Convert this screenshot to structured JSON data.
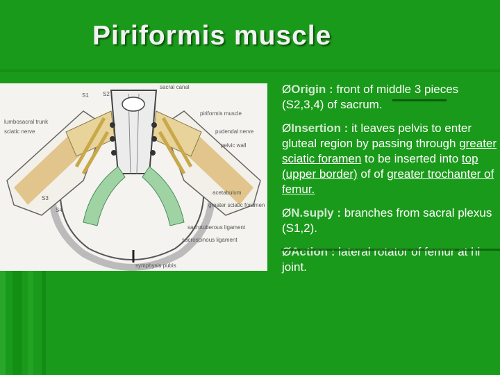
{
  "slide": {
    "title": "Piriformis muscle",
    "colors": {
      "background": "#1a9a1a",
      "title": "#f2f2f2",
      "text": "#ffffff",
      "heading": "#cfe8cf"
    }
  },
  "figure": {
    "labels": {
      "s1": "S1",
      "s2": "S2",
      "sacral_canal": "sacral canal",
      "piriformis": "piriformis muscle",
      "lumbosacral": "lumbosacral trunk",
      "sciatic": "sciatic nerve",
      "pudendal": "pudendal nerve",
      "pelvic_wall": "pelvic wall",
      "acetabulum": "acetabulum",
      "greater_sciatic": "greater sciatic foramen",
      "s3": "S3",
      "s4": "S4",
      "sacrotuberous": "sacrotuberous ligament",
      "sacrospinous": "sacrospinous ligament",
      "symphysis": "symphysis pubis"
    }
  },
  "bullets": {
    "origin": {
      "marker": "Ø",
      "head": "Origin :",
      "text": " front of middle 3 pieces (S2,3,4) of sacrum."
    },
    "insertion": {
      "marker": "Ø",
      "head": "Insertion :",
      "t1": " it leaves pelvis to enter gluteal region by passing through ",
      "u1": "greater sciatic foramen",
      "t2": " to be inserted into ",
      "u2": "top (upper border)",
      "t3": " of of ",
      "u3": "greater trochanter of femur."
    },
    "nerve": {
      "marker": "Ø",
      "head": "N.suply :",
      "text": " branches from sacral plexus (S1,2)."
    },
    "action": {
      "marker": "Ø",
      "head": "Action :",
      "text": " lateral rotator of femur at hi joint."
    }
  }
}
